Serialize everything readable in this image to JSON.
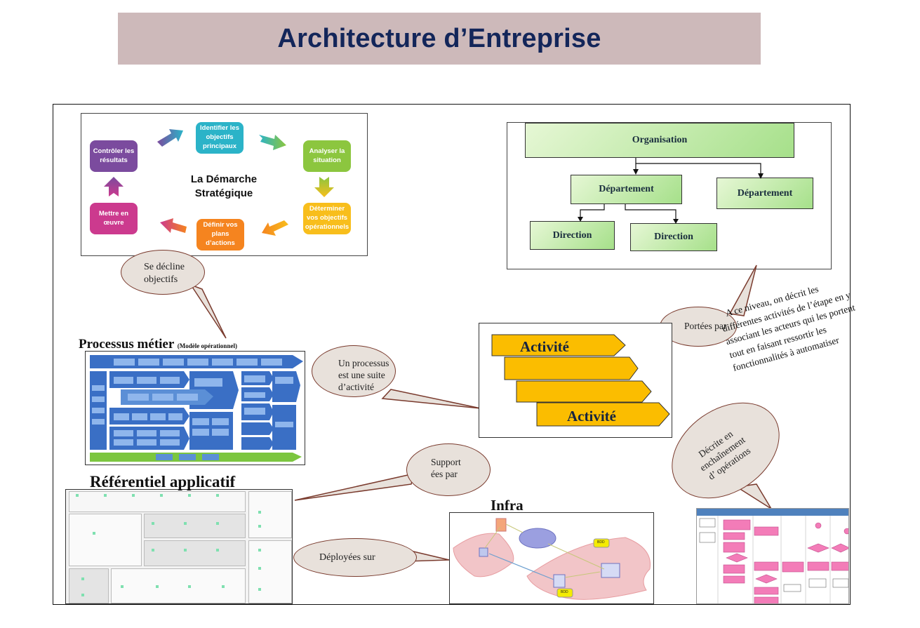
{
  "title": "Architecture d’Entreprise",
  "strategy": {
    "center_title_line1": "La Démarche",
    "center_title_line2": "Stratégique",
    "steps": [
      {
        "label": "Identifier les objectifs principaux",
        "color": "#2bb3c8"
      },
      {
        "label": "Analyser la situation",
        "color": "#8cc63f"
      },
      {
        "label": "Déterminer vos objectifs opérationnels",
        "color": "#f8be1c"
      },
      {
        "label": "Définir vos plans d’actions",
        "color": "#f5841f"
      },
      {
        "label": "Mettre en œuvre",
        "color": "#cc3a8e"
      },
      {
        "label": "Contrôler les résultats",
        "color": "#7b4b9e"
      }
    ]
  },
  "org_chart": {
    "root": "Organisation",
    "departments": [
      "Département",
      "Département"
    ],
    "directions": [
      "Direction",
      "Direction"
    ]
  },
  "bubbles": {
    "se_decline": "Se décline objectifs",
    "se_decline_line1": "Se décline",
    "se_decline_line2": "objectifs",
    "portees_par": "Portées par",
    "un_processus_line1": "Un processus",
    "un_processus_line2": "est une suite",
    "un_processus_line3": "d’activité",
    "support_line1": "Support",
    "support_line2": "ées par",
    "deployees": "Déployées sur",
    "decrite_line1": "Décrite en",
    "decrite_line2": "enchaînement",
    "decrite_line3": "d’ opérations"
  },
  "sections": {
    "processus_title": "Processus métier",
    "processus_subtitle": "(Modèle opérationnel)",
    "referentiel_title": "Référentiel applicatif",
    "infra_title": "Infra"
  },
  "activities": {
    "top_label": "Activité",
    "bottom_label": "Activité",
    "color": "#fbbd00"
  },
  "annotation": {
    "lines": [
      "A ce niveau, on décrit les",
      "différentes activités de l’étape en y",
      "associant les acteurs qui les portent",
      "tout en faisant ressortir les",
      "fonctionnalités à automatiser"
    ]
  },
  "infra": {
    "db_label_1": "BDD",
    "db_label_2": "BDD"
  }
}
